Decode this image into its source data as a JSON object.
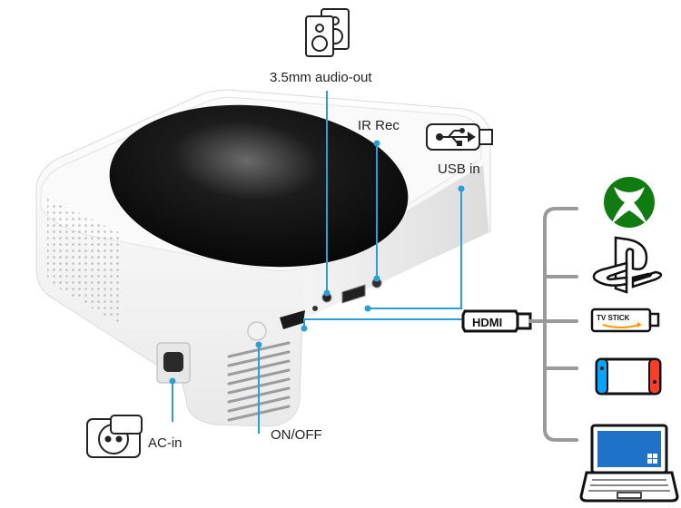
{
  "labels": {
    "audio_out": "3.5mm audio-out",
    "ir_rec": "IR Rec",
    "usb_in": "USB in",
    "hdmi": "HDMI",
    "on_off": "ON/OFF",
    "ac_in": "AC-in",
    "tv_stick": "TV STICK"
  },
  "devices": [
    "xbox-icon",
    "playstation-icon",
    "tv-stick-icon",
    "switch-icon",
    "laptop-icon"
  ],
  "colors": {
    "callout": "#2b9ed8",
    "bracket": "#9a9a9a",
    "xbox": "#107c10",
    "switch_left": "#00a6ff",
    "switch_right": "#ff3c28",
    "laptop_screen": "#1e73c8",
    "amazon": "#ff9900"
  }
}
